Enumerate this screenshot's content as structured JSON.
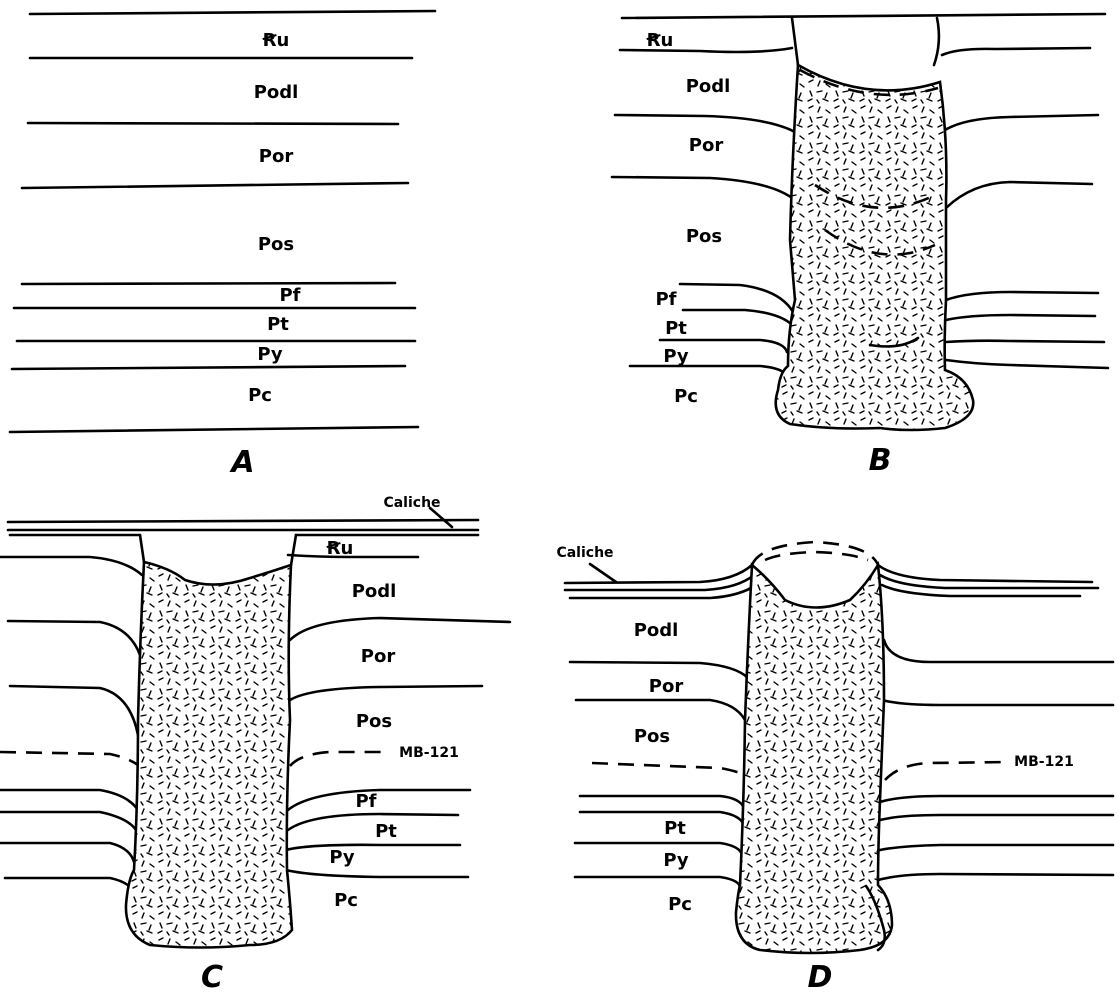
{
  "panels": {
    "A": {
      "caption": "A",
      "layers": [
        "Ꞧu",
        "Podl",
        "Por",
        "Pos",
        "Pf",
        "Pt",
        "Py",
        "Pc"
      ]
    },
    "B": {
      "caption": "B",
      "layers": [
        "Ꞧu",
        "Podl",
        "Por",
        "Pos",
        "Pf",
        "Pt",
        "Py",
        "Pc"
      ]
    },
    "C": {
      "caption": "C",
      "layers": [
        "Ꞧu",
        "Podl",
        "Por",
        "Pos",
        "Pf",
        "Pt",
        "Py",
        "Pc"
      ],
      "caliche_label": "Caliche",
      "marker_label": "MB-121"
    },
    "D": {
      "caption": "D",
      "layers": [
        "Podl",
        "Por",
        "Pos",
        "Pt",
        "Py",
        "Pc"
      ],
      "caliche_label": "Caliche",
      "marker_label": "MB-121"
    }
  },
  "style": {
    "ink": "#000000",
    "background": "#ffffff"
  }
}
